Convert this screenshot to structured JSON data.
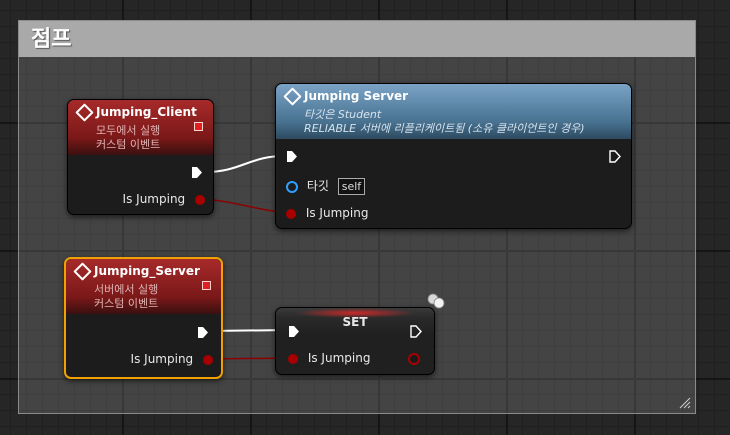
{
  "comment": {
    "title": "점프"
  },
  "node_client": {
    "title": "Jumping_Client",
    "subtitle1": "모두에서 실행",
    "subtitle2": "커스텀 이벤트",
    "out_pin": "Is Jumping"
  },
  "node_server_call": {
    "title": "Jumping Server",
    "target_line": "타깃은 Student",
    "reliable_line": "RELIABLE 서버에 리플리케이트됨 (소유 클라이언트인 경우)",
    "target_pin": "타깃",
    "target_value": "self",
    "bool_pin": "Is Jumping"
  },
  "node_server_event": {
    "title": "Jumping_Server",
    "subtitle1": "서버에서 실행",
    "subtitle2": "커스텀 이벤트",
    "out_pin": "Is Jumping"
  },
  "node_set": {
    "title": "SET",
    "in_pin": "Is Jumping"
  },
  "colors": {
    "exec_wire": "#ffffff",
    "bool_wire": "#8c0000",
    "bool_pin": "#a80000",
    "object_pin": "#2fa0ff",
    "selection": "#f0a000"
  },
  "icons": [
    "event-diamond-icon",
    "delegate-pin-icon",
    "exec-pin-icon",
    "bool-pin-icon",
    "object-pin-icon",
    "network-replication-icon",
    "resize-grip-icon"
  ]
}
